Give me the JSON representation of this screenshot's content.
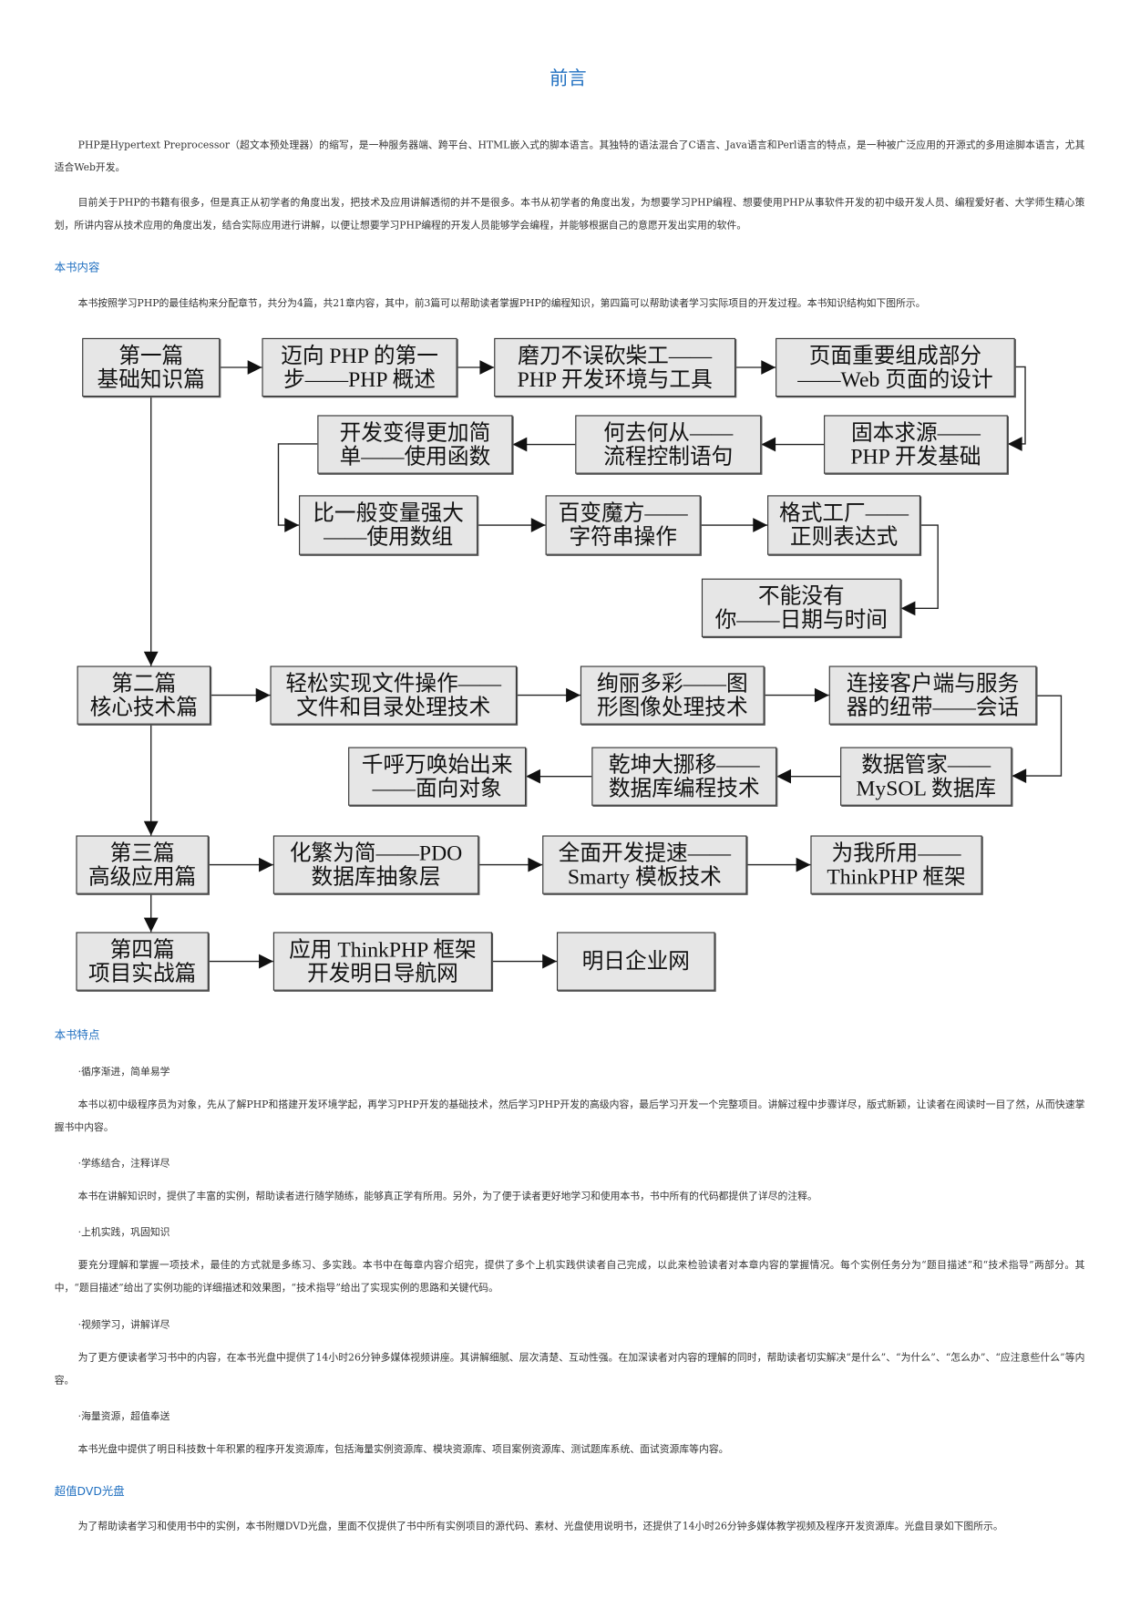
{
  "title": "前言",
  "intro": [
    "PHP是Hypertext Preprocessor（超文本预处理器）的缩写，是一种服务器端、跨平台、HTML嵌入式的脚本语言。其独特的语法混合了C语言、Java语言和Perl语言的特点，是一种被广泛应用的开源式的多用途脚本语言，尤其适合Web开发。",
    "目前关于PHP的书籍有很多，但是真正从初学者的角度出发，把技术及应用讲解透彻的并不是很多。本书从初学者的角度出发，为想要学习PHP编程、想要使用PHP从事软件开发的初中级开发人员、编程爱好者、大学师生精心策划，所讲内容从技术应用的角度出发，结合实际应用进行讲解，以便让想要学习PHP编程的开发人员能够学会编程，并能够根据自己的意愿开发出实用的软件。"
  ],
  "section_content": {
    "heading": "本书内容",
    "text": "本书按照学习PHP的最佳结构来分配章节，共分为4篇，共21章内容，其中，前3篇可以帮助读者掌握PHP的编程知识，第四篇可以帮助读者学习实际项目的开发过程。本书知识结构如下图所示。"
  },
  "flowchart": {
    "nodes": [
      "第一篇\n基础知识篇",
      "迈向 PHP 的第一\n步——PHP 概述",
      "磨刀不误砍柴工——\nPHP 开发环境与工具",
      "页面重要组成部分\n——Web 页面的设计",
      "固本求源——\nPHP 开发基础",
      "何去何从——\n流程控制语句",
      "开发变得更加简\n单——使用函数",
      "比一般变量强大\n——使用数组",
      "百变魔方——\n字符串操作",
      "格式工厂——\n正则表达式",
      "不能没有\n你——日期与时间",
      "第二篇\n核心技术篇",
      "轻松实现文件操作——\n文件和目录处理技术",
      "绚丽多彩——图\n形图像处理技术",
      "连接客户端与服务\n器的纽带——会话",
      "数据管家——\nMySOL 数据库",
      "乾坤大挪移——\n数据库编程技术",
      "千呼万唤始出来\n——面向对象",
      "第三篇\n高级应用篇",
      "化繁为简——PDO\n数据库抽象层",
      "全面开发提速——\nSmarty 模板技术",
      "为我所用——\nThinkPHP 框架",
      "第四篇\n项目实战篇",
      "应用 ThinkPHP 框架\n开发明日导航网",
      "明日企业网"
    ]
  },
  "section_features": {
    "heading": "本书特点",
    "items": [
      {
        "bullet": "·循序渐进，简单易学",
        "text": "本书以初中级程序员为对象，先从了解PHP和搭建开发环境学起，再学习PHP开发的基础技术，然后学习PHP开发的高级内容，最后学习开发一个完整项目。讲解过程中步骤详尽，版式新颖，让读者在阅读时一目了然，从而快速掌握书中内容。"
      },
      {
        "bullet": "·学练结合，注释详尽",
        "text": "本书在讲解知识时，提供了丰富的实例，帮助读者进行随学随练，能够真正学有所用。另外，为了便于读者更好地学习和使用本书，书中所有的代码都提供了详尽的注释。"
      },
      {
        "bullet": "·上机实践，巩固知识",
        "text": "要充分理解和掌握一项技术，最佳的方式就是多练习、多实践。本书中在每章内容介绍完，提供了多个上机实践供读者自己完成，以此来检验读者对本章内容的掌握情况。每个实例任务分为“题目描述”和“技术指导”两部分。其中，“题目描述”给出了实例功能的详细描述和效果图，“技术指导”给出了实现实例的思路和关键代码。"
      },
      {
        "bullet": "·视频学习，讲解详尽",
        "text": "为了更方便读者学习书中的内容，在本书光盘中提供了14小时26分钟多媒体视频讲座。其讲解细腻、层次清楚、互动性强。在加深读者对内容的理解的同时，帮助读者切实解决“是什么”、“为什么”、“怎么办”、“应注意些什么”等内容。"
      },
      {
        "bullet": "·海量资源，超值奉送",
        "text": "本书光盘中提供了明日科技数十年积累的程序开发资源库，包括海量实例资源库、模块资源库、项目案例资源库、测试题库系统、面试资源库等内容。"
      }
    ]
  },
  "section_dvd": {
    "heading": "超值DVD光盘",
    "text": "为了帮助读者学习和使用书中的实例，本书附赠DVD光盘，里面不仅提供了书中所有实例项目的源代码、素材、光盘使用说明书，还提供了14小时26分钟多媒体教学视频及程序开发资源库。光盘目录如下图所示。"
  },
  "colors": {
    "heading": "#1f6fc0",
    "box_fill": "#e6e6e6",
    "text": "#333333"
  }
}
